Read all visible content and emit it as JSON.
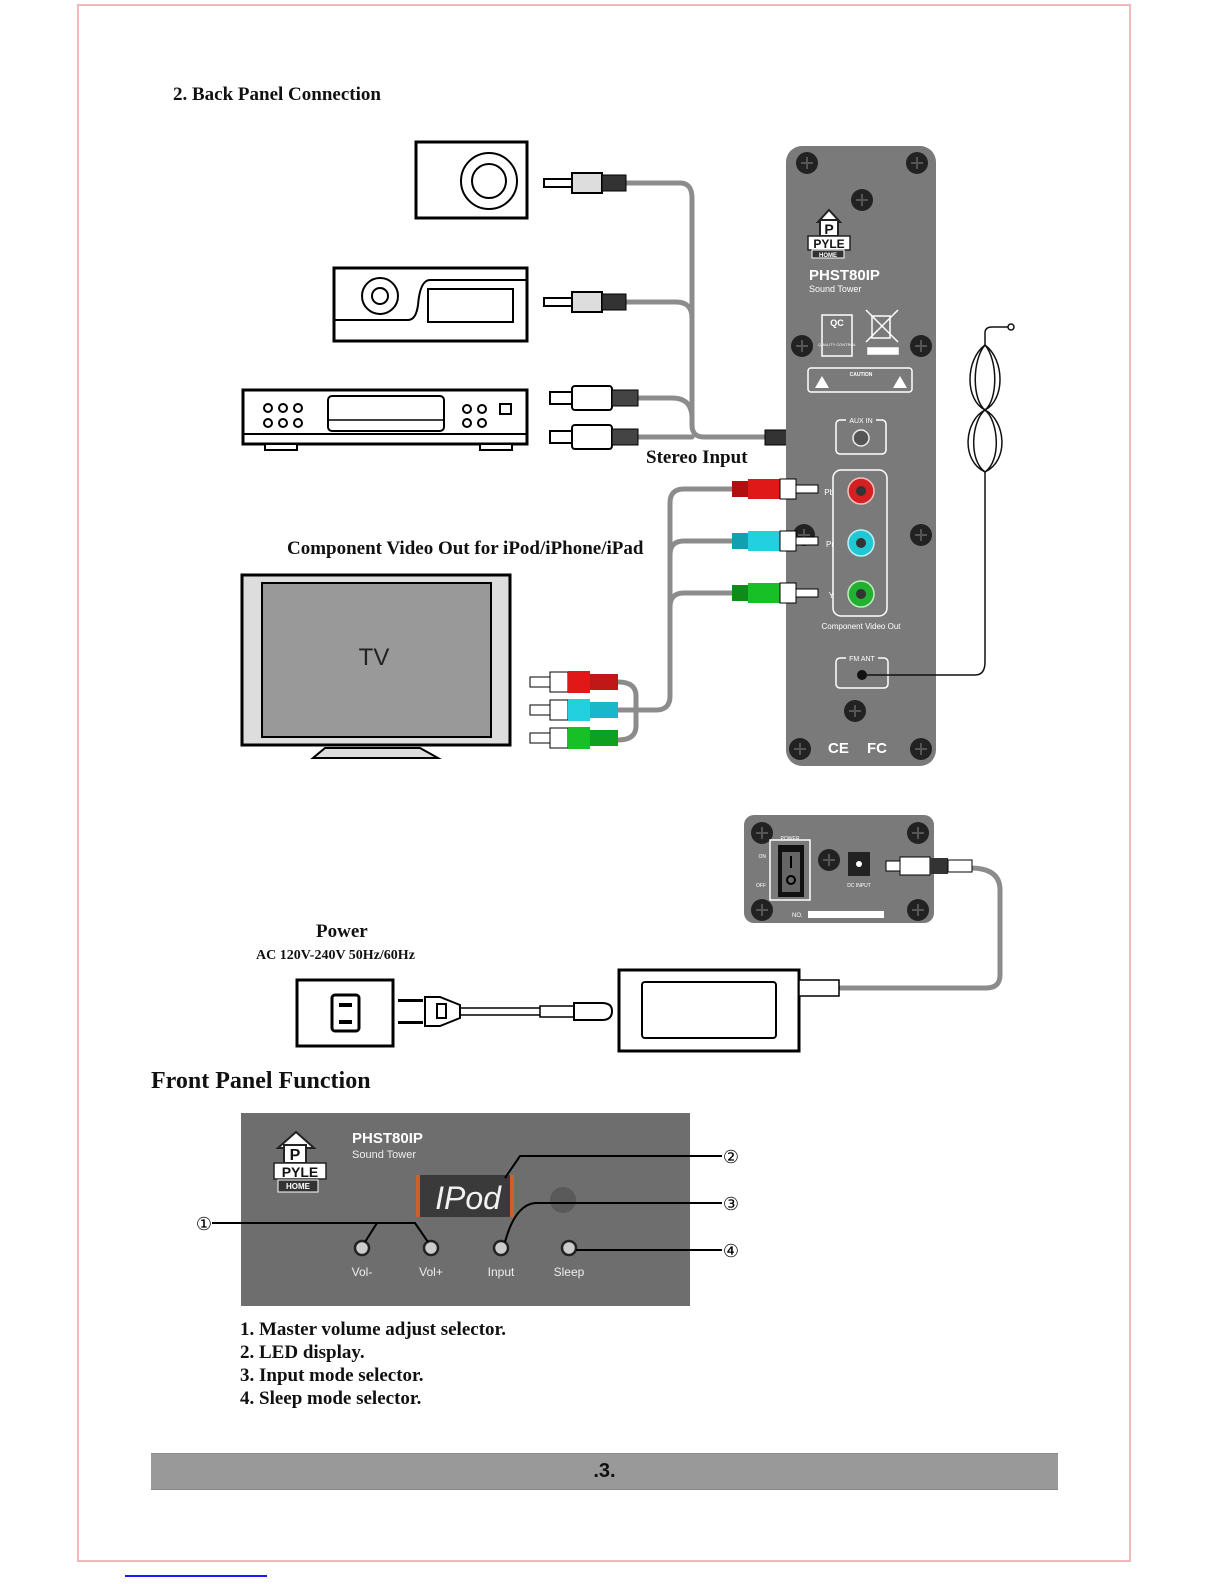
{
  "page": {
    "page_number": ".3.",
    "colors": {
      "panel_gray": "#7a7a7a",
      "cable_gray": "#8c8c8c",
      "rca_red": "#e01818",
      "rca_cyan": "#22d0e0",
      "rca_green": "#18c028",
      "led_orange": "#d0602a",
      "footer_bar": "#999999",
      "page_border": "#f0b8b8"
    }
  },
  "back_panel_section": {
    "heading": "2. Back Panel Connection",
    "stereo_input_label": "Stereo Input",
    "component_video_label": "Component Video Out for iPod/iPhone/iPad",
    "tv_label": "TV",
    "devices": [
      "portable-cd-player",
      "portable-media-player",
      "dvd-player"
    ],
    "unit": {
      "brand": "PYLE",
      "brand_sub": "HOME",
      "model": "PHST80IP",
      "subtitle": "Sound Tower",
      "qc_label": "QC",
      "qc_sub": "QUALITY CONTROL",
      "caution_label": "CAUTION",
      "aux_in_label": "AUX IN",
      "component_ports": [
        "Pb",
        "Pr",
        "Y"
      ],
      "component_video_out_label": "Component Video Out",
      "fm_ant_label": "FM ANT",
      "cert_marks": [
        "CE",
        "FC"
      ]
    },
    "power_panel": {
      "power_switch_label": "POWER",
      "on_label": "ON",
      "off_label": "OFF",
      "dc_input_label": "DC INPUT",
      "serial_label": "NO."
    },
    "power": {
      "label": "Power",
      "spec": "AC 120V-240V 50Hz/60Hz"
    }
  },
  "front_panel_section": {
    "heading": "Front Panel Function",
    "brand": "PYLE",
    "brand_sub": "HOME",
    "model": "PHST80IP",
    "subtitle": "Sound Tower",
    "led_display_text": "IPod",
    "buttons": [
      "Vol-",
      "Vol+",
      "Input",
      "Sleep"
    ],
    "callouts": [
      "①",
      "②",
      "③",
      "④"
    ],
    "legend": [
      "1. Master volume adjust selector.",
      "2. LED display.",
      "3. Input mode selector.",
      "4. Sleep mode selector."
    ]
  }
}
